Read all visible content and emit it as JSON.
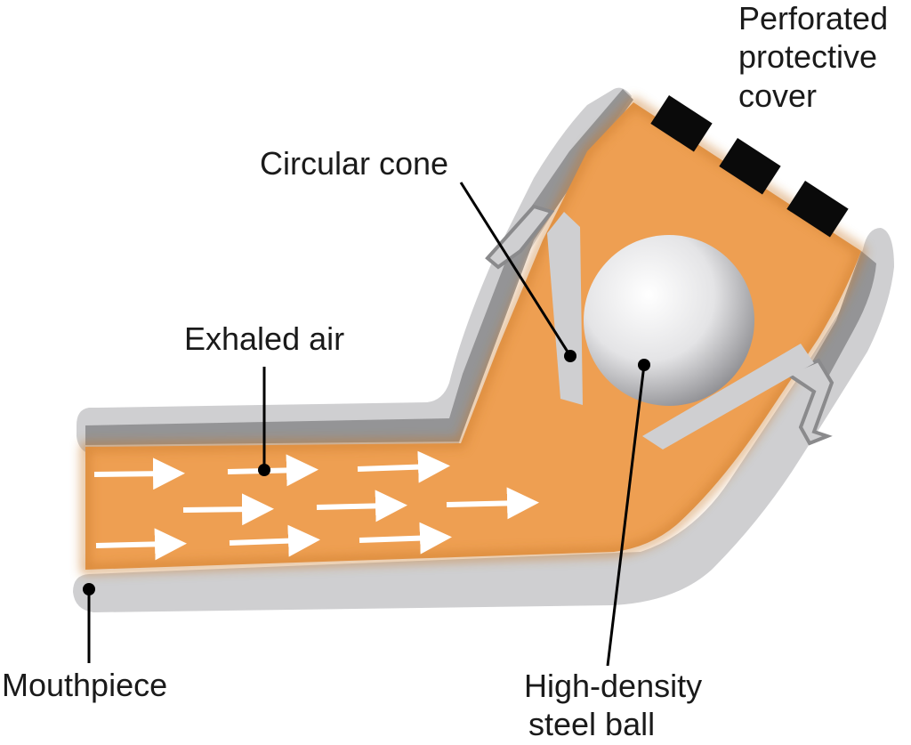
{
  "labels": {
    "perforated_cover": [
      "Perforated",
      "protective",
      "cover"
    ],
    "circular_cone": "Circular cone",
    "exhaled_air": "Exhaled air",
    "mouthpiece": "Mouthpiece",
    "steel_ball": [
      "High-density",
      "steel ball"
    ]
  },
  "colors": {
    "casing_outer": "#cfcfd1",
    "casing_shadow": "#8a8a8c",
    "air_chamber": "#ee9f52",
    "air_chamber_dark": "#c97a2c",
    "perforation": "#0a0a0a",
    "arrow": "#ffffff",
    "leader_line": "#000000"
  }
}
